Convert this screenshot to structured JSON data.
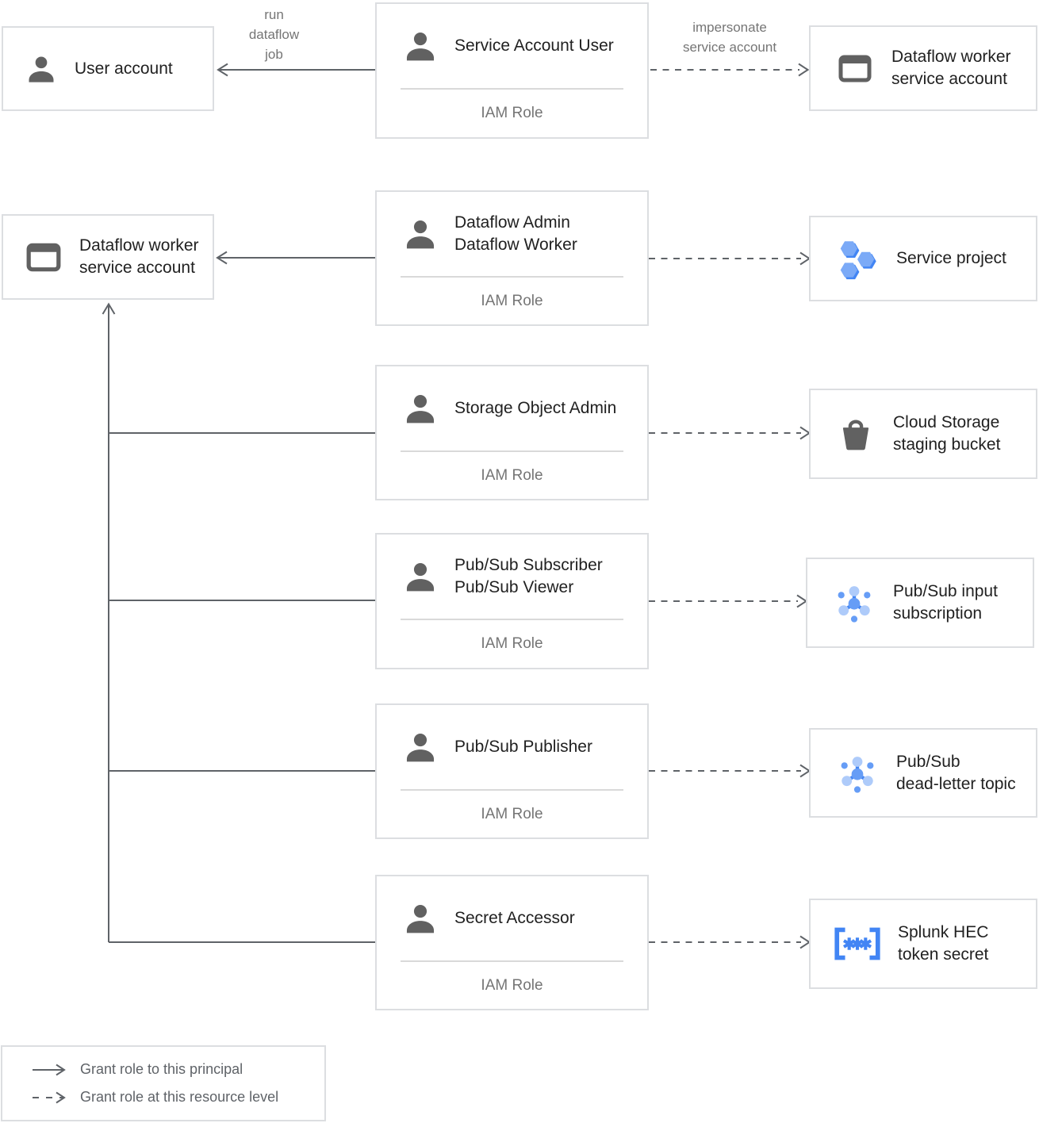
{
  "diagram": {
    "left_boxes": [
      {
        "icon": "user-icon",
        "lines": [
          "User account"
        ]
      },
      {
        "icon": "service-account-icon",
        "lines": [
          "Dataflow worker",
          "service account"
        ]
      }
    ],
    "role_boxes": [
      {
        "icon": "person-icon",
        "lines": [
          "Service Account User"
        ],
        "sublabel": "IAM Role"
      },
      {
        "icon": "person-icon",
        "lines": [
          "Dataflow Admin",
          "Dataflow Worker"
        ],
        "sublabel": "IAM Role"
      },
      {
        "icon": "person-icon",
        "lines": [
          "Storage Object Admin"
        ],
        "sublabel": "IAM Role"
      },
      {
        "icon": "person-icon",
        "lines": [
          "Pub/Sub Subscriber",
          "Pub/Sub Viewer"
        ],
        "sublabel": "IAM Role"
      },
      {
        "icon": "person-icon",
        "lines": [
          "Pub/Sub Publisher"
        ],
        "sublabel": "IAM Role"
      },
      {
        "icon": "person-icon",
        "lines": [
          "Secret Accessor"
        ],
        "sublabel": "IAM Role"
      }
    ],
    "resource_boxes": [
      {
        "icon": "service-account-icon",
        "lines": [
          "Dataflow worker",
          "service account"
        ]
      },
      {
        "icon": "project-icon",
        "lines": [
          "Service project"
        ]
      },
      {
        "icon": "bucket-icon",
        "lines": [
          "Cloud Storage",
          "staging bucket"
        ]
      },
      {
        "icon": "pubsub-icon",
        "lines": [
          "Pub/Sub input",
          "subscription"
        ]
      },
      {
        "icon": "pubsub-icon",
        "lines": [
          "Pub/Sub",
          "dead-letter topic"
        ]
      },
      {
        "icon": "secret-icon",
        "lines": [
          "Splunk HEC",
          "token secret"
        ]
      }
    ],
    "edge_labels": {
      "run_dataflow_job": [
        "run",
        "dataflow",
        "job"
      ],
      "impersonate": [
        "impersonate",
        "service account"
      ]
    },
    "legend": {
      "items": [
        {
          "style": "solid",
          "label": "Grant role to this principal"
        },
        {
          "style": "dashed",
          "label": "Grant role at this resource level"
        }
      ]
    },
    "colors": {
      "line": "#5f6368",
      "icon_gray": "#616161",
      "blue": "#4285f4",
      "blue_medium": "#669df6",
      "blue_light": "#aecbfa",
      "hex_light": "#7baaf7",
      "border": "#dcdee1"
    }
  }
}
